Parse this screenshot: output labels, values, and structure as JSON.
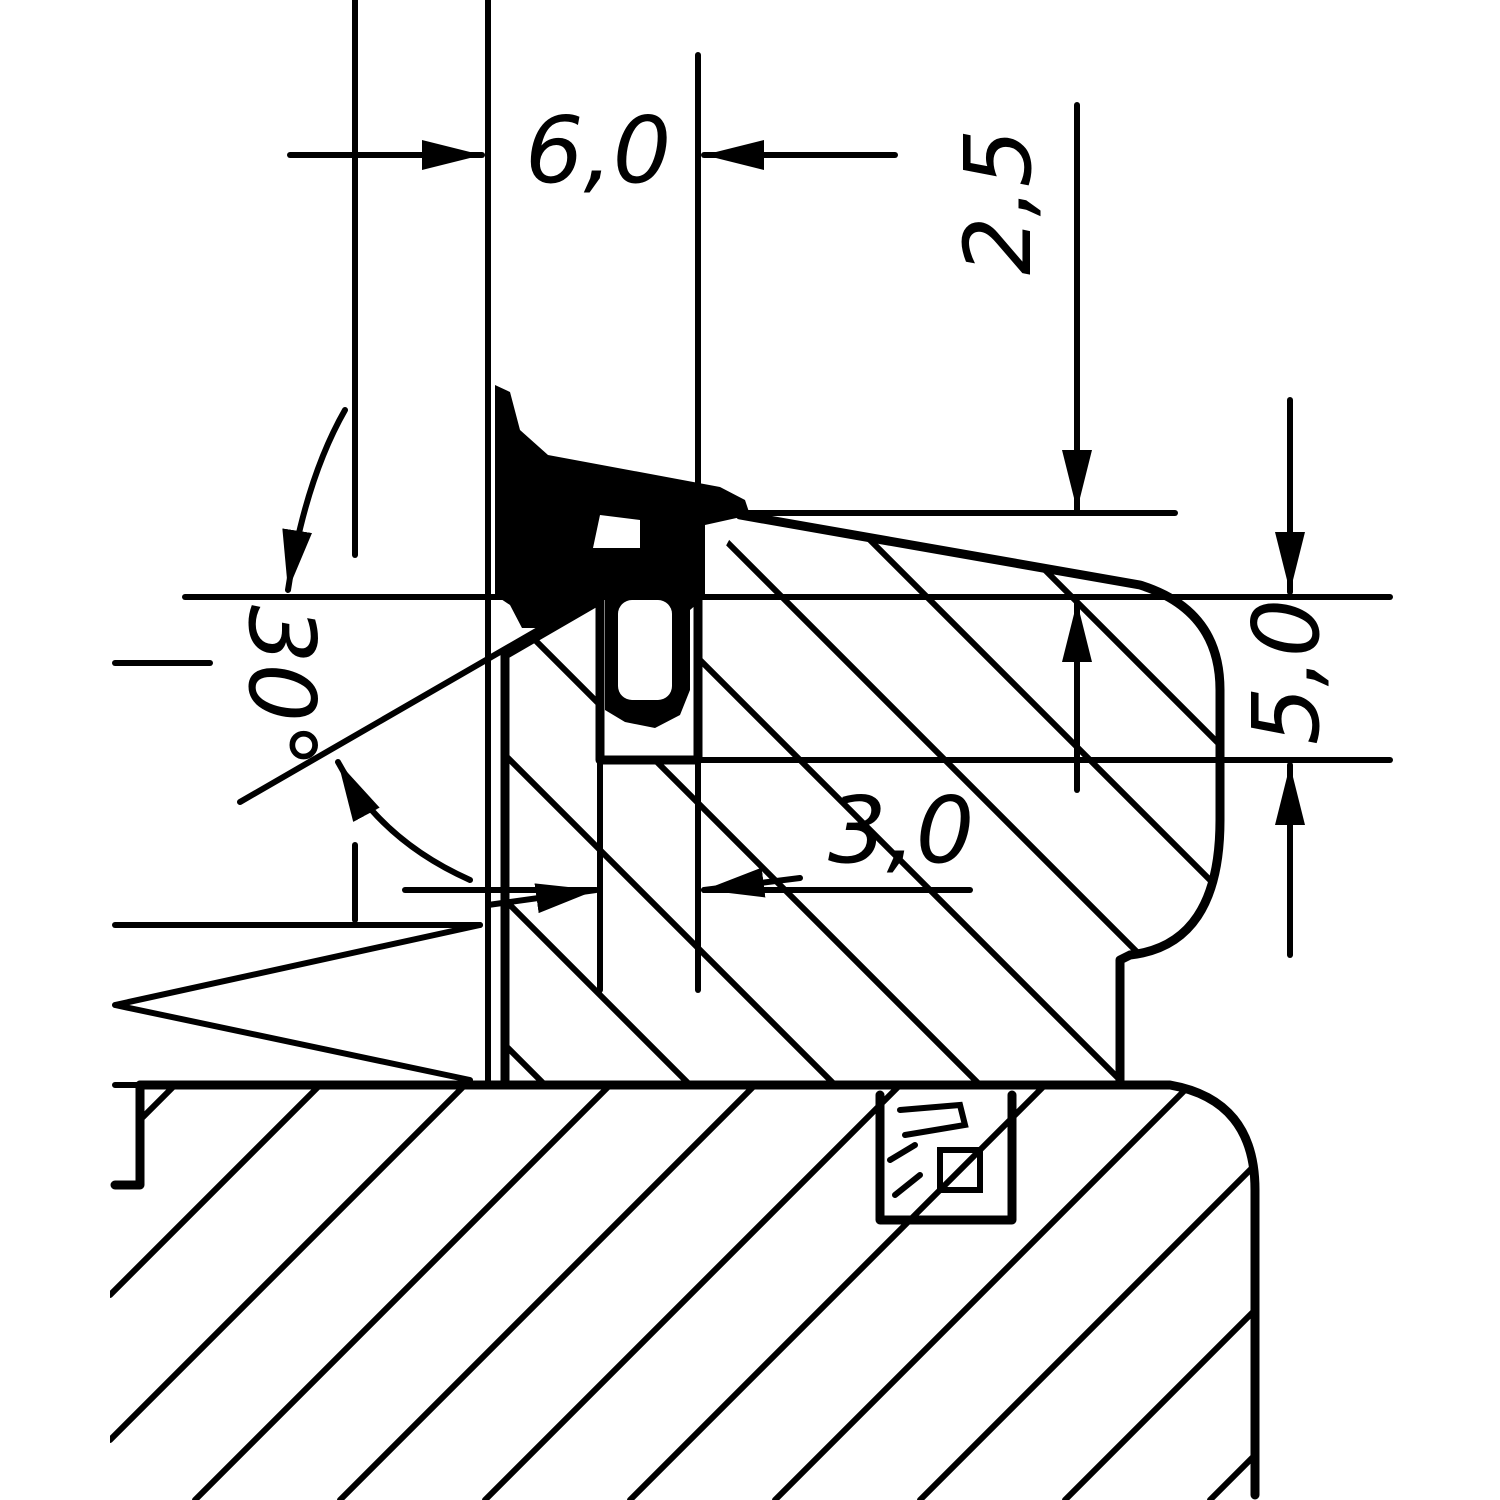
{
  "drawing": {
    "dimensions": {
      "width_top": "6,0",
      "height_top": "2,5",
      "height_right": "5,0",
      "width_bottom": "3,0",
      "angle": "30°"
    },
    "colors": {
      "line": "#000000",
      "background": "#ffffff"
    }
  }
}
